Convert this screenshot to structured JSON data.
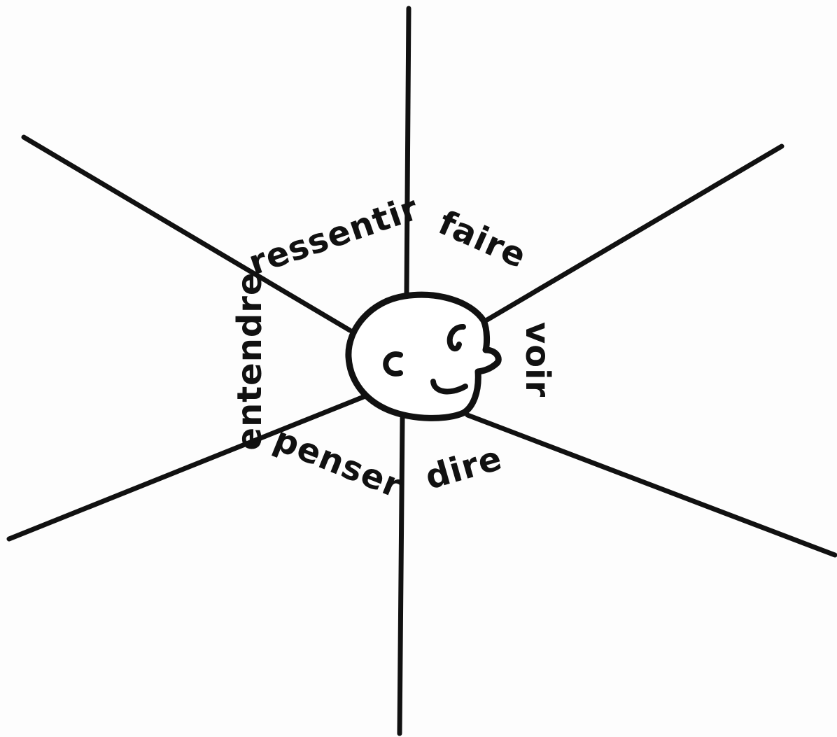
{
  "diagram": {
    "center_icon": "smiling-face-profile-icon",
    "labels": {
      "ressentir": "ressentir",
      "faire": "faire",
      "voir": "voir",
      "dire": "dire",
      "penser": "penser",
      "entendre": "entendre"
    }
  }
}
